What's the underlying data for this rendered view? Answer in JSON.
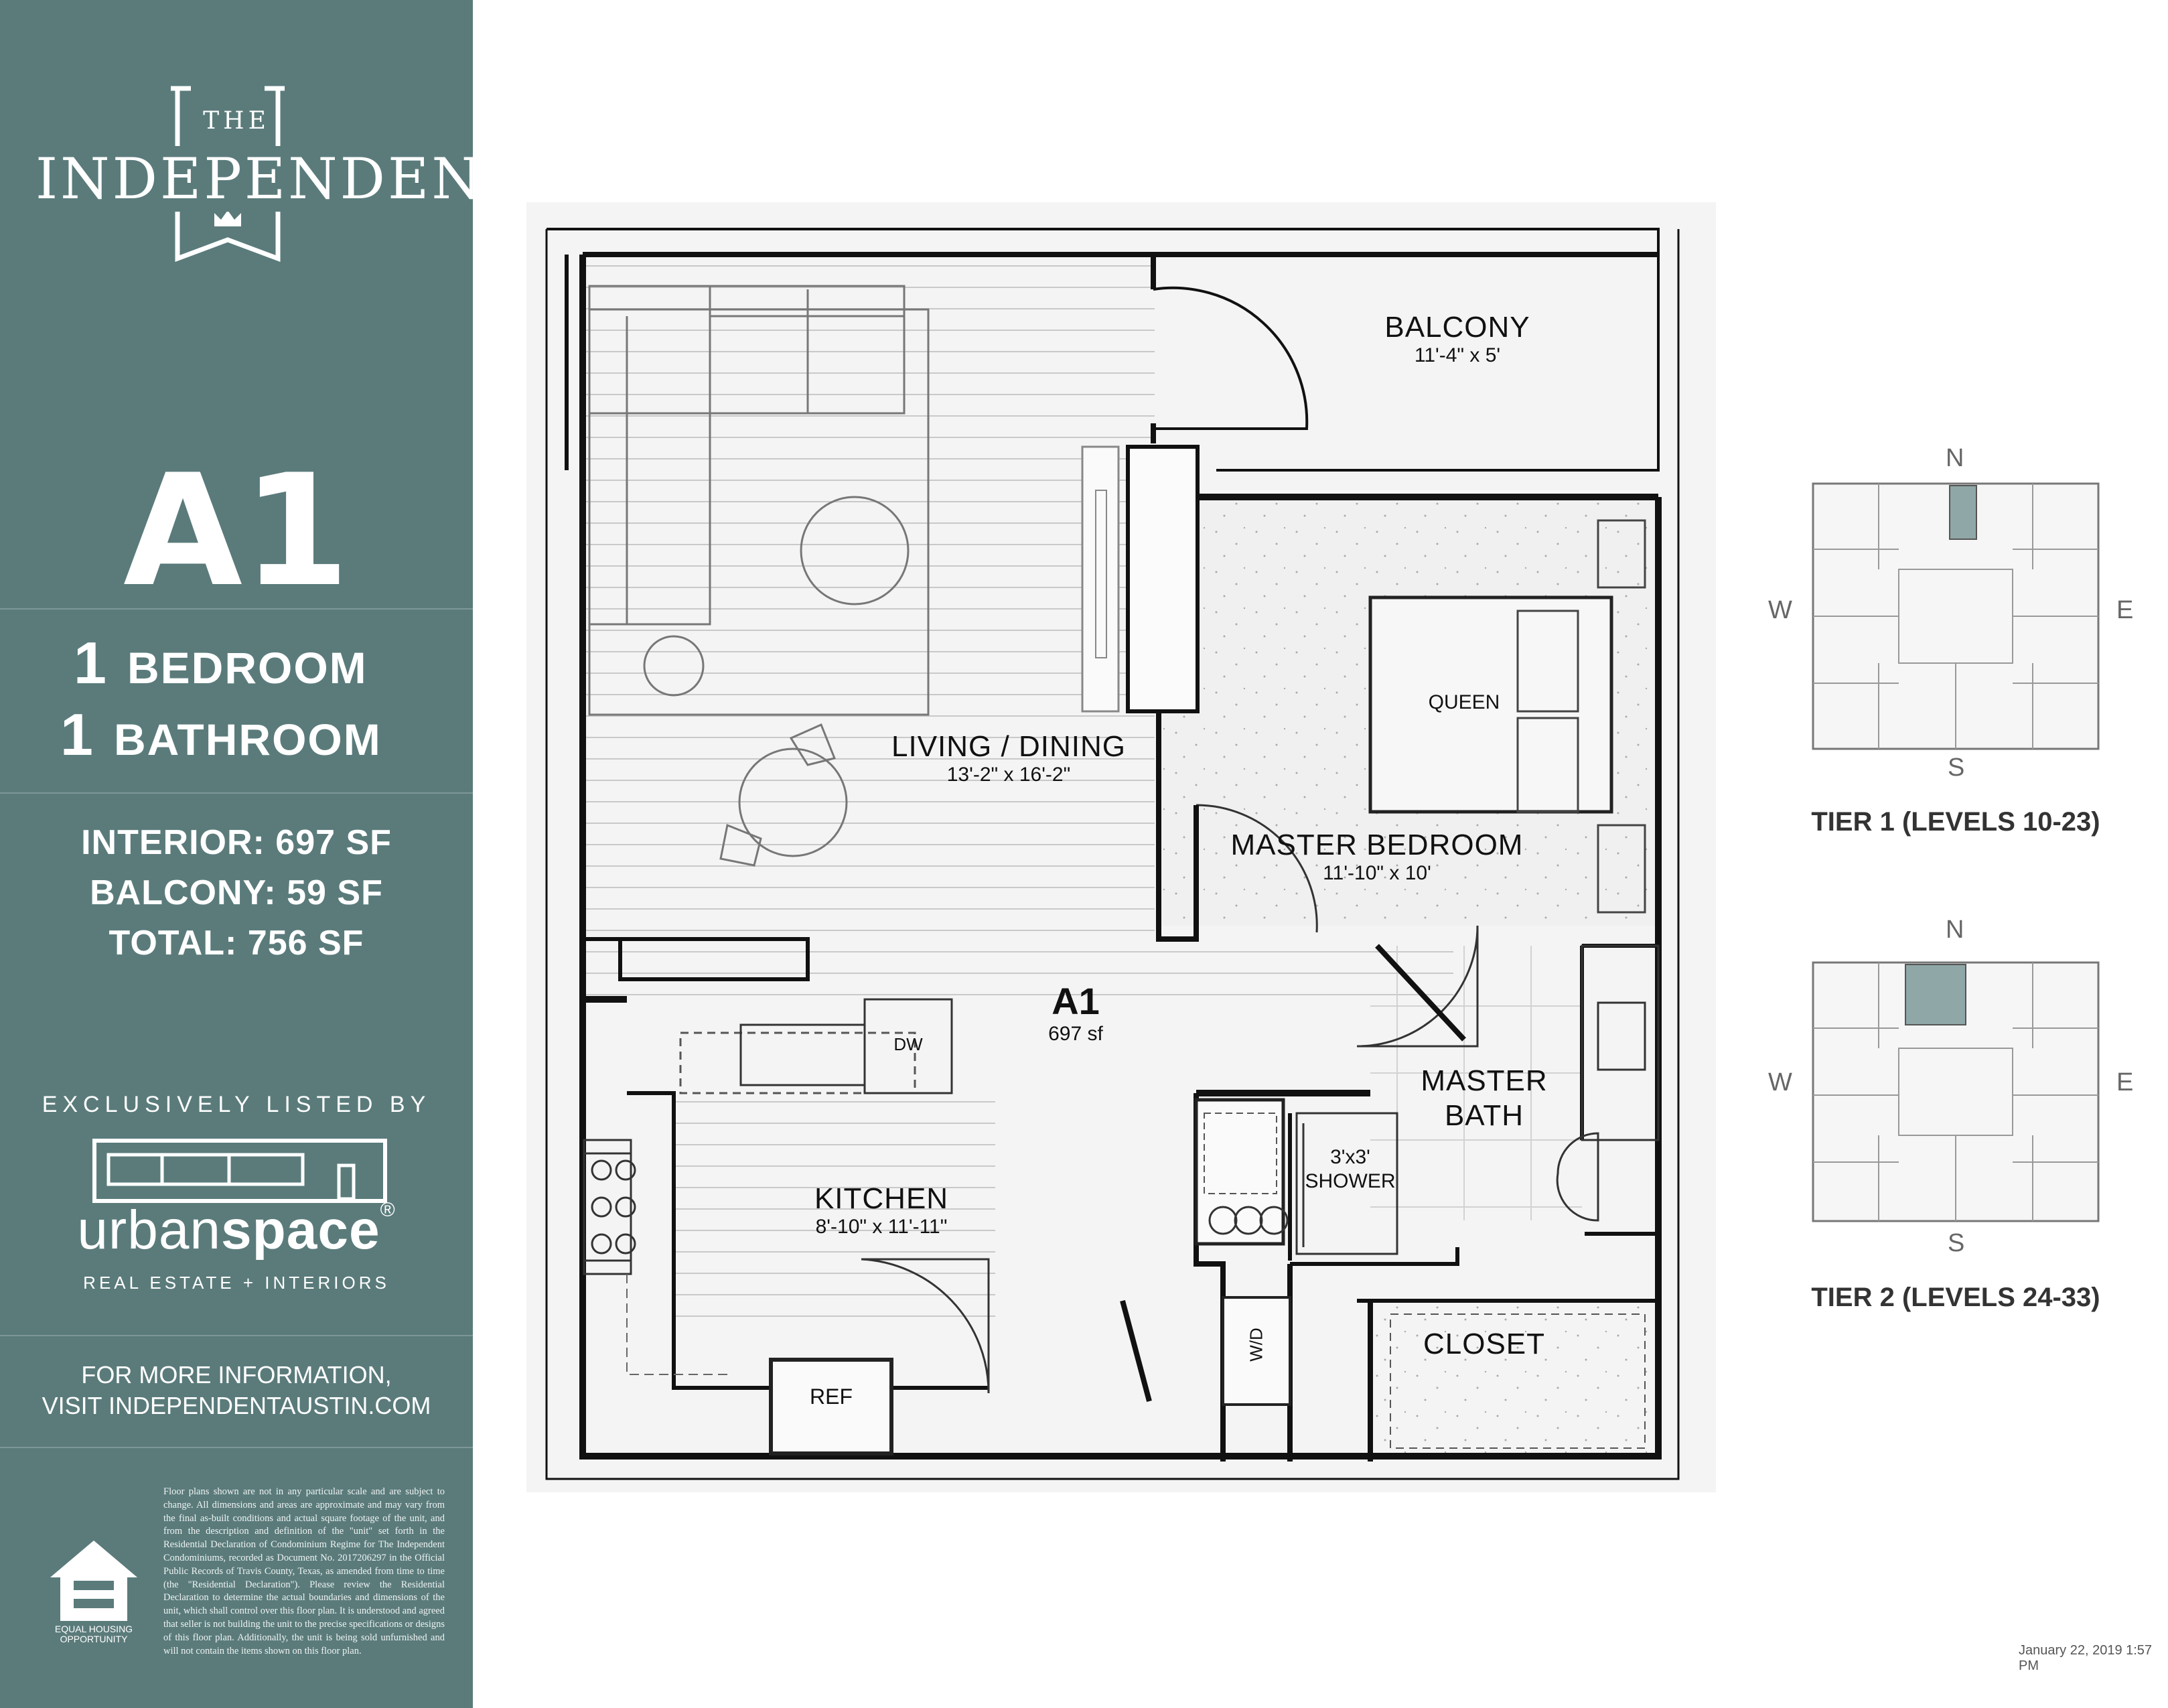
{
  "sidebar": {
    "brand_the": "THE",
    "brand_name": "INDEPENDENT",
    "unit_code": "A1",
    "bedrooms_num": "1",
    "bedrooms_label": "BEDROOM",
    "bathrooms_num": "1",
    "bathrooms_label": "BATHROOM",
    "interior": "INTERIOR:  697 SF",
    "balcony": "BALCONY:  59 SF",
    "total": "TOTAL:  756 SF",
    "listed_by": "EXCLUSIVELY LISTED BY",
    "broker_light": "urban",
    "broker_bold": "space",
    "broker_reg": "®",
    "broker_tagline": "REAL ESTATE + INTERIORS",
    "more_info_1": "FOR MORE INFORMATION,",
    "more_info_2": "VISIT INDEPENDENTAUSTIN.COM",
    "eho_label": "EQUAL HOUSING OPPORTUNITY",
    "disclaimer": "Floor plans shown are not in any particular scale and are subject to change. All dimensions and areas are approximate and may vary from the final as-built conditions and actual square footage of the unit, and from the description and definition of the \"unit\" set forth in the Residential Declaration of Condominium Regime for The Independent Condominiums, recorded as Document No. 2017206297 in the Official Public Records of Travis County, Texas, as amended from time to time (the \"Residential Declaration\"). Please review the Residential Declaration to determine the actual boundaries and dimensions of the unit, which shall control over this floor plan. It is understood and agreed that seller is not building the unit to the precise specifications or designs of this floor plan. Additionally, the unit is being sold unfurnished and will not contain the items shown on this floor plan."
  },
  "plan": {
    "balcony": {
      "name": "BALCONY",
      "dim": "11'-4\" x 5'"
    },
    "living": {
      "name": "LIVING / DINING",
      "dim": "13'-2\" x 16'-2\""
    },
    "bedroom": {
      "name": "MASTER BEDROOM",
      "dim": "11'-10\" x 10'"
    },
    "queen": "QUEEN",
    "unit": {
      "name": "A1",
      "area": "697 sf"
    },
    "dw": "DW",
    "kitchen": {
      "name": "KITCHEN",
      "dim": "8'-10\" x 11'-11\""
    },
    "bath_1": "MASTER",
    "bath_2": "BATH",
    "shower_1": "3'x3'",
    "shower_2": "SHOWER",
    "wd": "W/D",
    "closet": "CLOSET",
    "ref": "REF"
  },
  "tiers": [
    {
      "title": "TIER 1 (LEVELS 10-23)",
      "n": "N",
      "s": "S",
      "w": "W",
      "e": "E"
    },
    {
      "title": "TIER 2 (LEVELS 24-33)",
      "n": "N",
      "s": "S",
      "w": "W",
      "e": "E"
    }
  ],
  "timestamp": "January 22, 2019 1:57 PM",
  "colors": {
    "sidebar": "#5b7b7b",
    "highlight": "#8fa7a7"
  }
}
